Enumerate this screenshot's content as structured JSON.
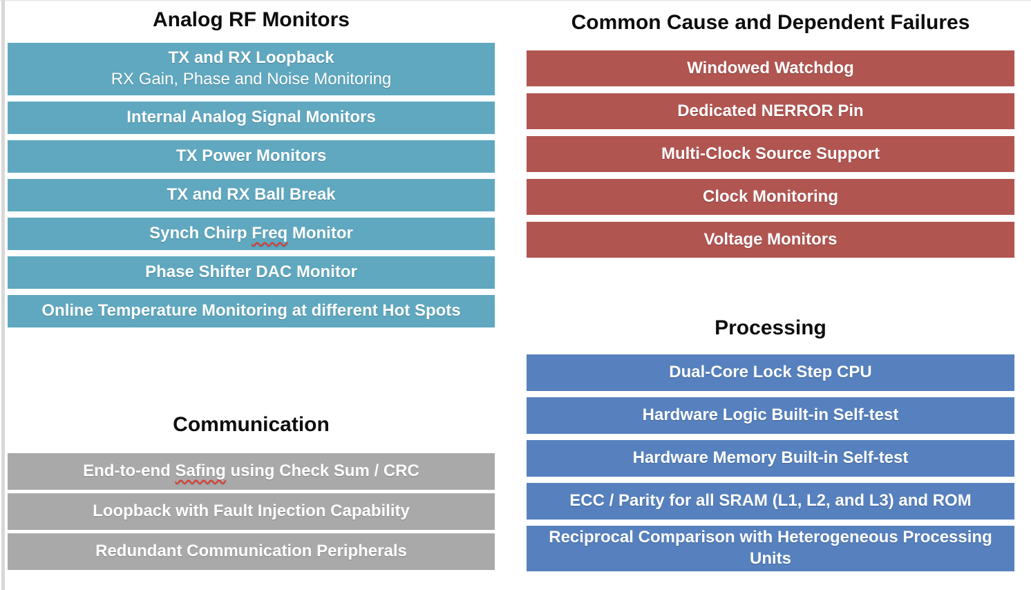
{
  "colors": {
    "teal": "#5FA8C0",
    "red": "#B15551",
    "gray": "#A9A9A9",
    "blue": "#5681BE",
    "title_text": "#0D0D0D",
    "bar_text": "#FFFFFF",
    "spellcheck": "#E0392E",
    "slide_edge": "#D8D8D8",
    "background": "#FFFFFF"
  },
  "sections": [
    {
      "id": "analog-rf-monitors",
      "title": "Analog RF Monitors",
      "bar_color": "#5FA8C0",
      "items": [
        {
          "lines": [
            {
              "bold": true,
              "parts": [
                {
                  "text": "TX and RX Loopback"
                }
              ]
            },
            {
              "bold": false,
              "parts": [
                {
                  "text": "RX Gain, Phase and Noise Monitoring"
                }
              ]
            }
          ]
        },
        {
          "lines": [
            {
              "bold": true,
              "parts": [
                {
                  "text": "Internal Analog Signal Monitors"
                }
              ]
            }
          ]
        },
        {
          "lines": [
            {
              "bold": true,
              "parts": [
                {
                  "text": "TX Power Monitors"
                }
              ]
            }
          ]
        },
        {
          "lines": [
            {
              "bold": true,
              "parts": [
                {
                  "text": "TX and RX Ball Break"
                }
              ]
            }
          ]
        },
        {
          "lines": [
            {
              "bold": true,
              "parts": [
                {
                  "text": "Synch Chirp "
                },
                {
                  "text": "Freq",
                  "spellcheck": true
                },
                {
                  "text": " Monitor"
                }
              ]
            }
          ]
        },
        {
          "lines": [
            {
              "bold": true,
              "parts": [
                {
                  "text": "Phase Shifter DAC Monitor"
                }
              ]
            }
          ]
        },
        {
          "lines": [
            {
              "bold": true,
              "parts": [
                {
                  "text": "Online Temperature Monitoring at different Hot Spots"
                }
              ]
            }
          ]
        }
      ]
    },
    {
      "id": "common-cause-and-dependent-failures",
      "title": "Common Cause and Dependent Failures",
      "bar_color": "#B15551",
      "items": [
        {
          "lines": [
            {
              "bold": true,
              "parts": [
                {
                  "text": "Windowed Watchdog"
                }
              ]
            }
          ]
        },
        {
          "lines": [
            {
              "bold": true,
              "parts": [
                {
                  "text": "Dedicated NERROR Pin"
                }
              ]
            }
          ]
        },
        {
          "lines": [
            {
              "bold": true,
              "parts": [
                {
                  "text": "Multi-Clock Source Support"
                }
              ]
            }
          ]
        },
        {
          "lines": [
            {
              "bold": true,
              "parts": [
                {
                  "text": "Clock Monitoring"
                }
              ]
            }
          ]
        },
        {
          "lines": [
            {
              "bold": true,
              "parts": [
                {
                  "text": "Voltage Monitors"
                }
              ]
            }
          ]
        }
      ]
    },
    {
      "id": "communication",
      "title": "Communication",
      "bar_color": "#A9A9A9",
      "items": [
        {
          "lines": [
            {
              "bold": true,
              "parts": [
                {
                  "text": "End-to-end "
                },
                {
                  "text": "Safing",
                  "spellcheck": true
                },
                {
                  "text": " using Check Sum / CRC"
                }
              ]
            }
          ]
        },
        {
          "lines": [
            {
              "bold": true,
              "parts": [
                {
                  "text": "Loopback with Fault Injection Capability"
                }
              ]
            }
          ]
        },
        {
          "lines": [
            {
              "bold": true,
              "parts": [
                {
                  "text": "Redundant Communication Peripherals"
                }
              ]
            }
          ]
        }
      ]
    },
    {
      "id": "processing",
      "title": "Processing",
      "bar_color": "#5681BE",
      "items": [
        {
          "lines": [
            {
              "bold": true,
              "parts": [
                {
                  "text": "Dual-Core Lock Step CPU"
                }
              ]
            }
          ]
        },
        {
          "lines": [
            {
              "bold": true,
              "parts": [
                {
                  "text": "Hardware Logic Built-in Self-test"
                }
              ]
            }
          ]
        },
        {
          "lines": [
            {
              "bold": true,
              "parts": [
                {
                  "text": "Hardware Memory Built-in Self-test"
                }
              ]
            }
          ]
        },
        {
          "lines": [
            {
              "bold": true,
              "parts": [
                {
                  "text": "ECC / Parity for all SRAM (L1, L2, and L3) and ROM"
                }
              ]
            }
          ]
        },
        {
          "lines": [
            {
              "bold": true,
              "parts": [
                {
                  "text": "Reciprocal Comparison with Heterogeneous Processing"
                }
              ]
            },
            {
              "bold": true,
              "parts": [
                {
                  "text": "Units"
                }
              ]
            }
          ]
        }
      ]
    }
  ]
}
